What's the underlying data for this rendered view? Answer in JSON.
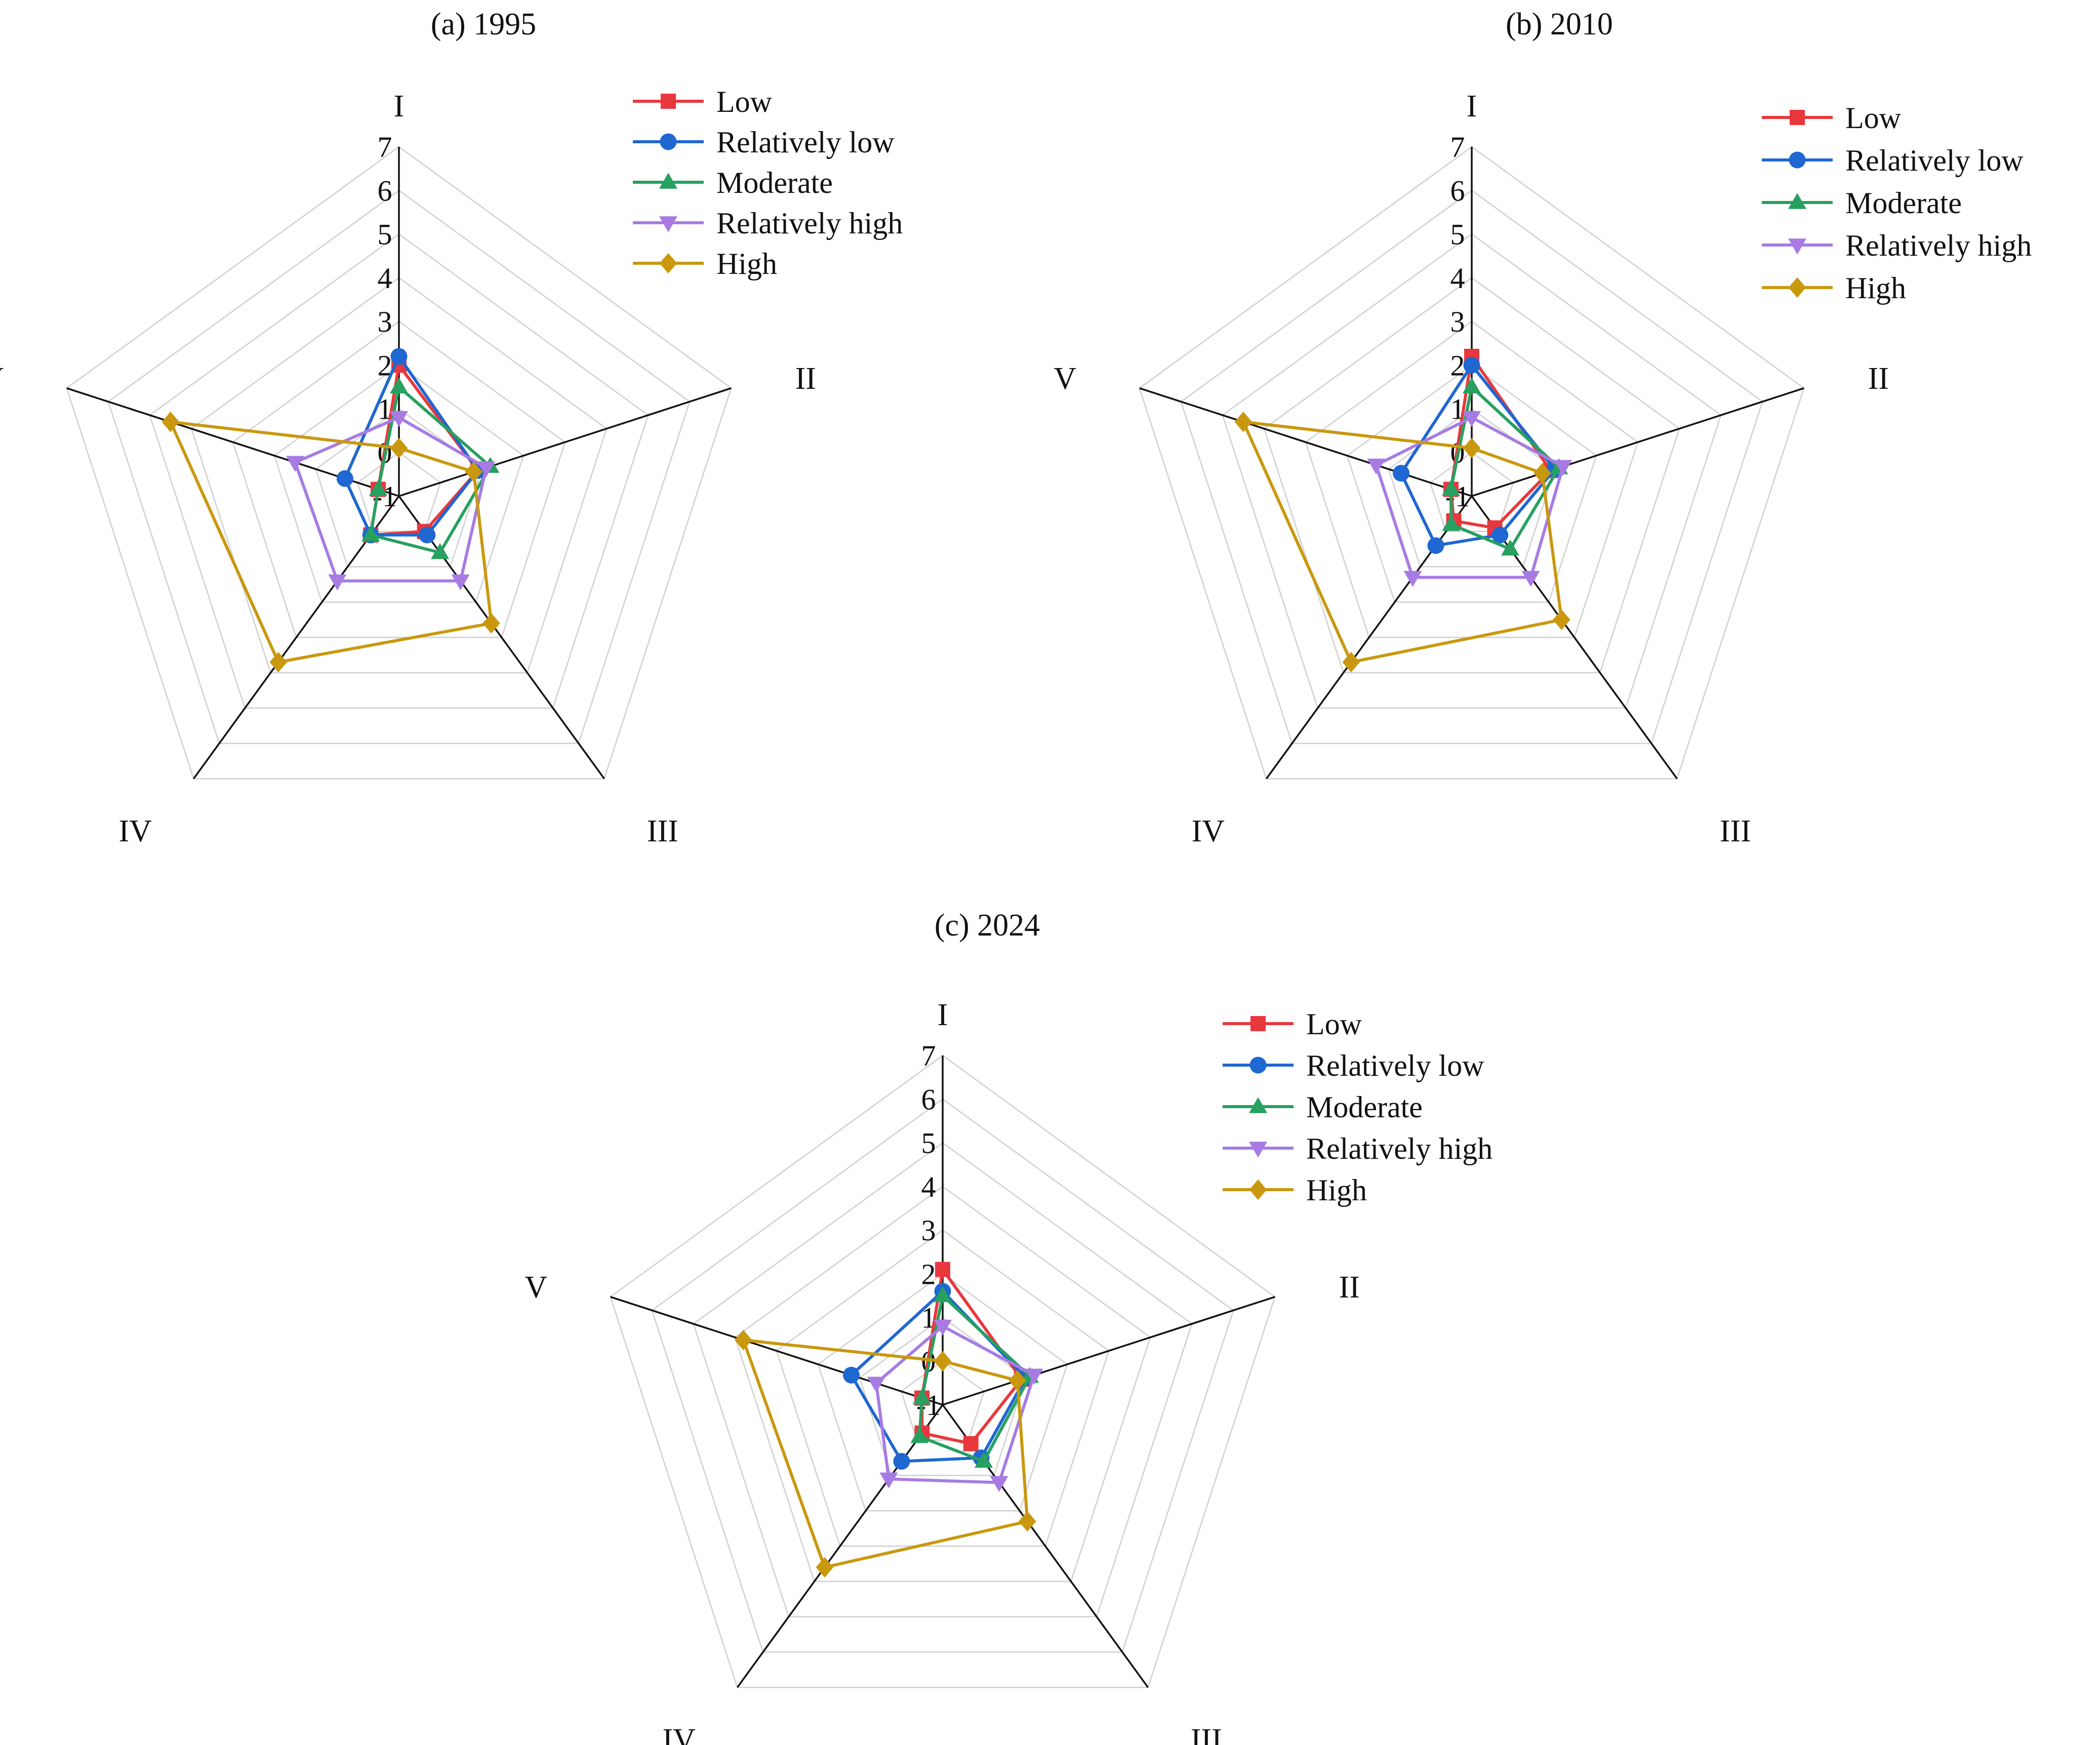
{
  "chart_data": [
    {
      "type": "radar",
      "title": "(a) 1995",
      "axes": [
        "I",
        "II",
        "III",
        "IV",
        "V"
      ],
      "range": [
        -1,
        7
      ],
      "ticks": [
        "-1",
        "0",
        "1",
        "2",
        "3",
        "4",
        "5",
        "6",
        "7"
      ],
      "legend_position": "top-right",
      "series": [
        {
          "name": "Low",
          "color": "#e8383d",
          "marker": "square",
          "values": [
            2.0,
            0.9,
            0.0,
            0.1,
            -0.5
          ]
        },
        {
          "name": "Relatively low",
          "color": "#1f67d1",
          "marker": "circle",
          "values": [
            2.2,
            0.9,
            0.1,
            0.1,
            0.3
          ]
        },
        {
          "name": "Moderate",
          "color": "#27a060",
          "marker": "triangle-up",
          "values": [
            1.5,
            1.2,
            0.6,
            0.1,
            -0.5
          ]
        },
        {
          "name": "Relatively high",
          "color": "#a77be3",
          "marker": "triangle-down",
          "values": [
            0.8,
            1.1,
            1.4,
            1.4,
            1.5
          ]
        },
        {
          "name": "High",
          "color": "#c9980f",
          "marker": "diamond",
          "values": [
            0.1,
            0.8,
            2.6,
            3.7,
            4.5
          ]
        }
      ]
    },
    {
      "type": "radar",
      "title": "(b) 2010",
      "axes": [
        "I",
        "II",
        "III",
        "IV",
        "V"
      ],
      "range": [
        -1,
        7
      ],
      "ticks": [
        "-1",
        "0",
        "1",
        "2",
        "3",
        "4",
        "5",
        "6",
        "7"
      ],
      "legend_position": "top-right",
      "series": [
        {
          "name": "Low",
          "color": "#e8383d",
          "marker": "square",
          "values": [
            2.2,
            0.9,
            -0.1,
            -0.3,
            -0.5
          ]
        },
        {
          "name": "Relatively low",
          "color": "#1f67d1",
          "marker": "circle",
          "values": [
            2.0,
            1.0,
            0.1,
            0.4,
            0.7
          ]
        },
        {
          "name": "Moderate",
          "color": "#27a060",
          "marker": "triangle-up",
          "values": [
            1.5,
            1.1,
            0.5,
            -0.2,
            -0.5
          ]
        },
        {
          "name": "Relatively high",
          "color": "#a77be3",
          "marker": "triangle-down",
          "values": [
            0.8,
            1.2,
            1.3,
            1.3,
            1.3
          ]
        },
        {
          "name": "High",
          "color": "#c9980f",
          "marker": "diamond",
          "values": [
            0.1,
            0.7,
            2.5,
            3.7,
            4.5
          ]
        }
      ]
    },
    {
      "type": "radar",
      "title": "(c) 2024",
      "axes": [
        "I",
        "II",
        "III",
        "IV",
        "V"
      ],
      "range": [
        -1,
        7
      ],
      "ticks": [
        "-1",
        "0",
        "1",
        "2",
        "3",
        "4",
        "5",
        "6",
        "7"
      ],
      "legend_position": "top-right",
      "series": [
        {
          "name": "Low",
          "color": "#e8383d",
          "marker": "square",
          "values": [
            2.1,
            0.9,
            0.1,
            -0.2,
            -0.5
          ]
        },
        {
          "name": "Relatively low",
          "color": "#1f67d1",
          "marker": "circle",
          "values": [
            1.6,
            1.0,
            0.5,
            0.6,
            1.2
          ]
        },
        {
          "name": "Moderate",
          "color": "#27a060",
          "marker": "triangle-up",
          "values": [
            1.5,
            1.1,
            0.6,
            -0.1,
            -0.5
          ]
        },
        {
          "name": "Relatively high",
          "color": "#a77be3",
          "marker": "triangle-down",
          "values": [
            0.8,
            1.2,
            1.2,
            1.1,
            0.6
          ]
        },
        {
          "name": "High",
          "color": "#c9980f",
          "marker": "diamond",
          "values": [
            0.0,
            0.8,
            2.3,
            3.6,
            3.8
          ]
        }
      ]
    }
  ]
}
